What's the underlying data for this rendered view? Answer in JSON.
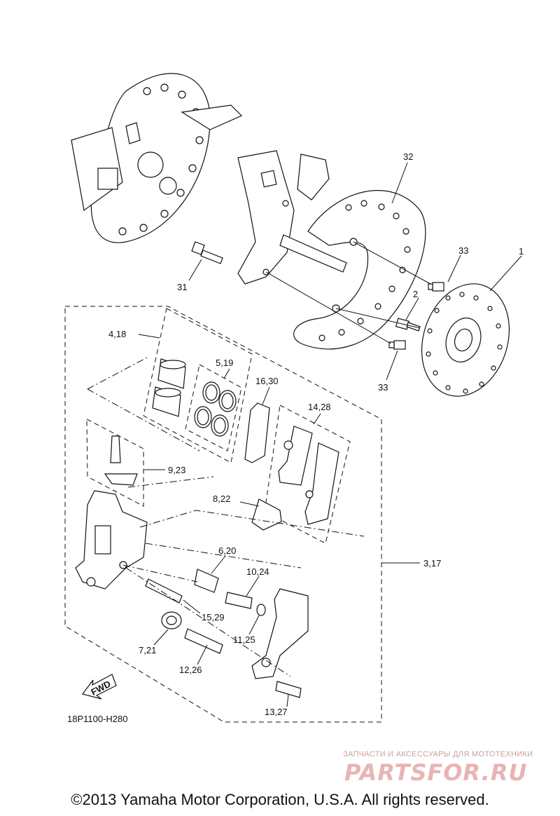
{
  "diagram": {
    "drawing_code": "18P1100-H280",
    "fwd_label": "FWD",
    "callouts": [
      "32",
      "33",
      "1",
      "31",
      "2",
      "33",
      "4,18",
      "5,19",
      "16,30",
      "14,28",
      "9,23",
      "8,22",
      "6,20",
      "10,24",
      "3,17",
      "15,29",
      "11,25",
      "7,21",
      "12,26",
      "13,27"
    ]
  },
  "watermark": {
    "tagline": "ЗАПЧАСТИ И АКСЕССУАРЫ ДЛЯ МОТОТЕХНИКИ",
    "logo": "PARTSFOR.RU"
  },
  "footer": {
    "copyright": "©2013 Yamaha Motor Corporation, U.S.A. All rights reserved."
  }
}
